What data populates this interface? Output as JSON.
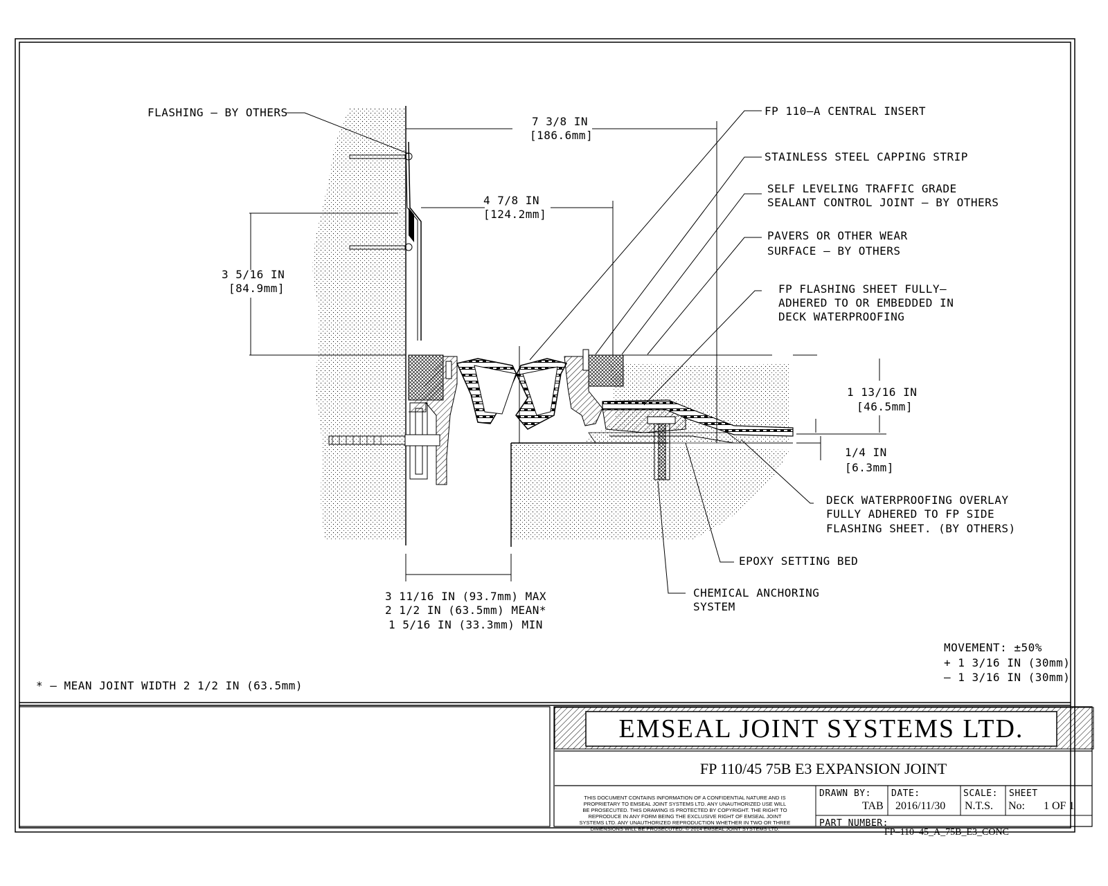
{
  "callouts": {
    "flashing": "FLASHING – BY OTHERS",
    "central_insert": "FP 110–A CENTRAL INSERT",
    "capping_strip": "STAINLESS STEEL CAPPING STRIP",
    "sealant_l1": "SELF LEVELING TRAFFIC GRADE",
    "sealant_l2": "SEALANT CONTROL JOINT – BY OTHERS",
    "pavers_l1": "PAVERS OR OTHER WEAR",
    "pavers_l2": "SURFACE – BY OTHERS",
    "fp_sheet_l1": "FP FLASHING SHEET FULLY–",
    "fp_sheet_l2": "ADHERED TO OR EMBEDDED IN",
    "fp_sheet_l3": "DECK WATERPROOFING",
    "overlay_l1": "DECK WATERPROOFING OVERLAY",
    "overlay_l2": "FULLY ADHERED TO FP SIDE",
    "overlay_l3": "FLASHING SHEET. (BY OTHERS)",
    "epoxy": "EPOXY SETTING BED",
    "anchor_l1": "CHEMICAL ANCHORING",
    "anchor_l2": "SYSTEM"
  },
  "dimensions": {
    "d1_in": "7 3/8 IN",
    "d1_mm": "[186.6mm]",
    "d2_in": "4 7/8 IN",
    "d2_mm": "[124.2mm]",
    "d3_in": "3 5/16 IN",
    "d3_mm": "[84.9mm]",
    "d4_in": "1 13/16 IN",
    "d4_mm": "[46.5mm]",
    "d5_in": "1/4 IN",
    "d5_mm": "[6.3mm]",
    "gap_max": "3 11/16 IN (93.7mm) MAX",
    "gap_mean": "2 1/2 IN (63.5mm) MEAN*",
    "gap_min": "1 5/16 IN (33.3mm) MIN"
  },
  "notes": {
    "movement": "MOVEMENT: ±50%",
    "plus": "+ 1 3/16 IN (30mm)",
    "minus": "– 1 3/16 IN (30mm)",
    "mean_note": "* – MEAN JOINT WIDTH 2 1/2 IN (63.5mm)"
  },
  "title_block": {
    "company": "EMSEAL JOINT SYSTEMS LTD.",
    "product": "FP 110/45 75B E3 EXPANSION JOINT",
    "disclaimer": "THIS DOCUMENT CONTAINS INFORMATION OF A CONFIDENTIAL NATURE AND IS\nPROPRIETARY TO EMSEAL JOINT SYSTEMS LTD. ANY UNAUTHORIZED USE WILL\nBE PROSECUTED. THIS DRAWING IS PROTECTED BY COPYRIGHT. THE RIGHT TO\nREPRODUCE IN ANY FORM BEING THE EXCLUSIVE RIGHT OF EMSEAL JOINT\nSYSTEMS LTD. ANY UNAUTHORIZED REPRODUCTION WHETHER IN TWO OR THREE\nDIMENSIONS WILL BE PROSECUTED. © 2014 EMSEAL JOINT SYSTEMS LTD.",
    "drawn_by_label": "DRAWN BY:",
    "drawn_by": "TAB",
    "date_label": "DATE:",
    "date": "2016/11/30",
    "scale_label": "SCALE:",
    "scale": "N.T.S.",
    "sheet_label": "SHEET",
    "sheet_no_label": "No:",
    "sheet_no": "1 OF 1",
    "part_label": "PART NUMBER:",
    "part": "FP–110–45_A_75B_E3_CONC"
  }
}
